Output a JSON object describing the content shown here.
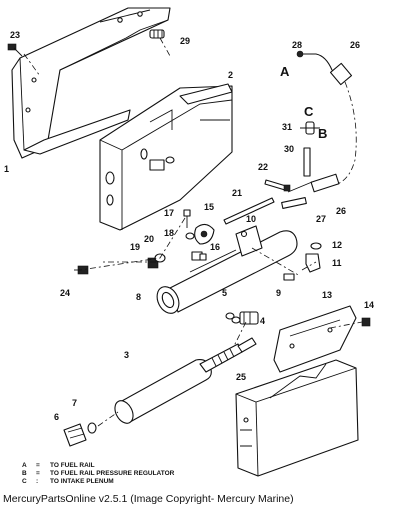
{
  "callouts": [
    "1",
    "2",
    "3",
    "4",
    "5",
    "6",
    "7",
    "8",
    "9",
    "10",
    "11",
    "12",
    "13",
    "14",
    "15",
    "16",
    "17",
    "18",
    "19",
    "20",
    "21",
    "22",
    "23",
    "24",
    "25",
    "26",
    "26",
    "27",
    "28",
    "29",
    "30",
    "31"
  ],
  "letters": {
    "a": "A",
    "b": "B",
    "c": "C"
  },
  "legend": [
    {
      "key": "A",
      "eq": "=",
      "text": "TO FUEL RAIL"
    },
    {
      "key": "B",
      "eq": "=",
      "text": "TO FUEL RAIL PRESSURE REGULATOR"
    },
    {
      "key": "C",
      "eq": ":",
      "text": "TO INTAKE PLENUM"
    }
  ],
  "footer": "MercuryPartsOnline v2.5.1 (Image Copyright- Mercury Marine)"
}
